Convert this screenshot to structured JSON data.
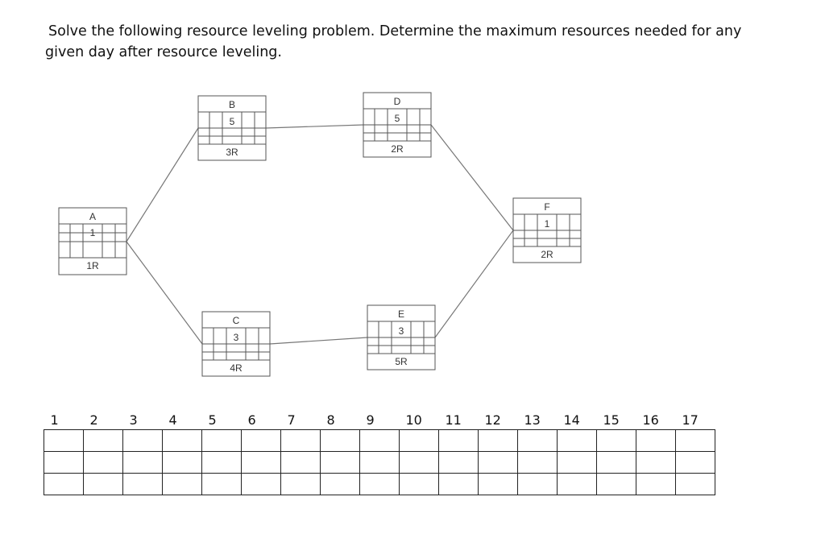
{
  "prompt": {
    "line1": "Solve the following resource leveling problem. Determine the maximum resources needed for any",
    "line2": "given day after resource leveling."
  },
  "nodes": [
    {
      "id": "A",
      "duration": "1",
      "resources": "1R"
    },
    {
      "id": "B",
      "duration": "5",
      "resources": "3R"
    },
    {
      "id": "C",
      "duration": "3",
      "resources": "4R"
    },
    {
      "id": "D",
      "duration": "5",
      "resources": "2R"
    },
    {
      "id": "E",
      "duration": "3",
      "resources": "5R"
    },
    {
      "id": "F",
      "duration": "1",
      "resources": "2R"
    }
  ],
  "edges": [
    [
      "A",
      "B"
    ],
    [
      "A",
      "C"
    ],
    [
      "B",
      "D"
    ],
    [
      "C",
      "E"
    ],
    [
      "D",
      "F"
    ],
    [
      "E",
      "F"
    ]
  ],
  "days": [
    "1",
    "2",
    "3",
    "4",
    "5",
    "6",
    "7",
    "8",
    "9",
    "10",
    "11",
    "12",
    "13",
    "14",
    "15",
    "16",
    "17"
  ],
  "grid_rows": 3
}
